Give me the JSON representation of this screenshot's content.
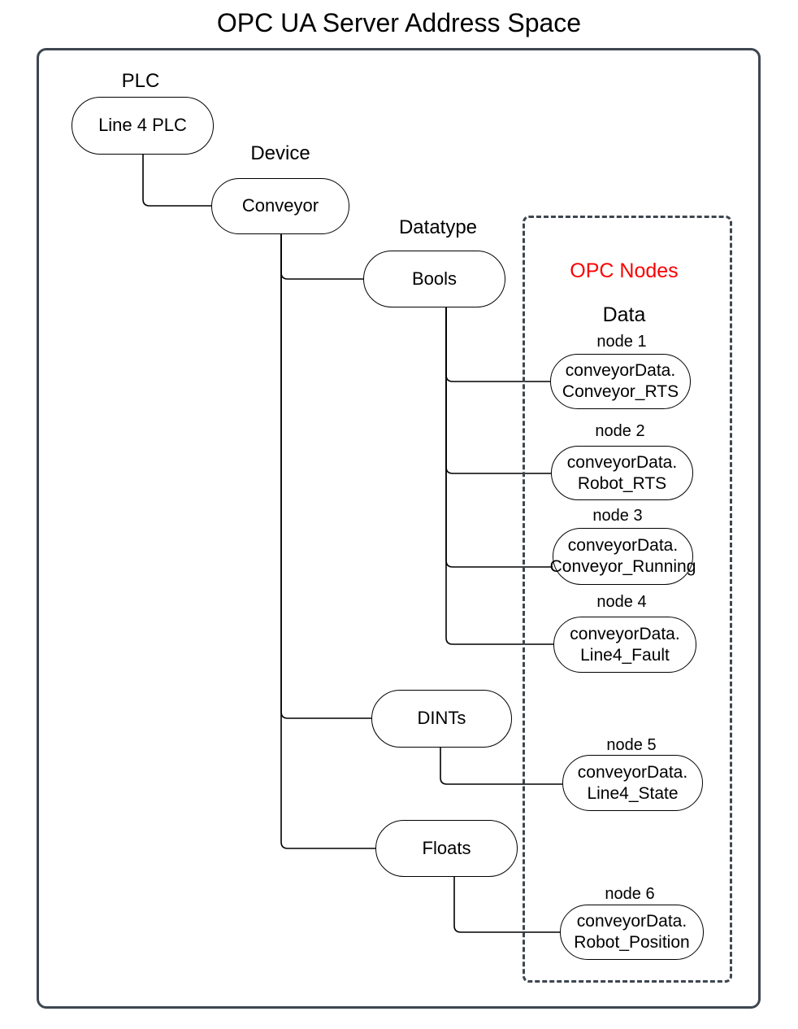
{
  "title": "OPC UA Server Address Space",
  "colors": {
    "frame_dark": "#3e4650",
    "node_border": "#000000",
    "opc_nodes_red": "#fb0000",
    "background": "#ffffff"
  },
  "tree": {
    "plc": {
      "label": "PLC",
      "node": "Line 4 PLC"
    },
    "device": {
      "label": "Device",
      "node": "Conveyor"
    },
    "datatype": {
      "label": "Datatype",
      "bools": "Bools",
      "dints": "DINTs",
      "floats": "Floats"
    }
  },
  "opc_box": {
    "title": "OPC Nodes",
    "subtitle": "Data",
    "nodes": [
      {
        "label": "node 1",
        "line1": "conveyorData.",
        "line2": "Conveyor_RTS"
      },
      {
        "label": "node 2",
        "line1": "conveyorData.",
        "line2": "Robot_RTS"
      },
      {
        "label": "node 3",
        "line1": "conveyorData.",
        "line2": "Conveyor_Running"
      },
      {
        "label": "node 4",
        "line1": "conveyorData.",
        "line2": "Line4_Fault"
      },
      {
        "label": "node 5",
        "line1": "conveyorData.",
        "line2": "Line4_State"
      },
      {
        "label": "node 6",
        "line1": "conveyorData.",
        "line2": "Robot_Position"
      }
    ]
  }
}
